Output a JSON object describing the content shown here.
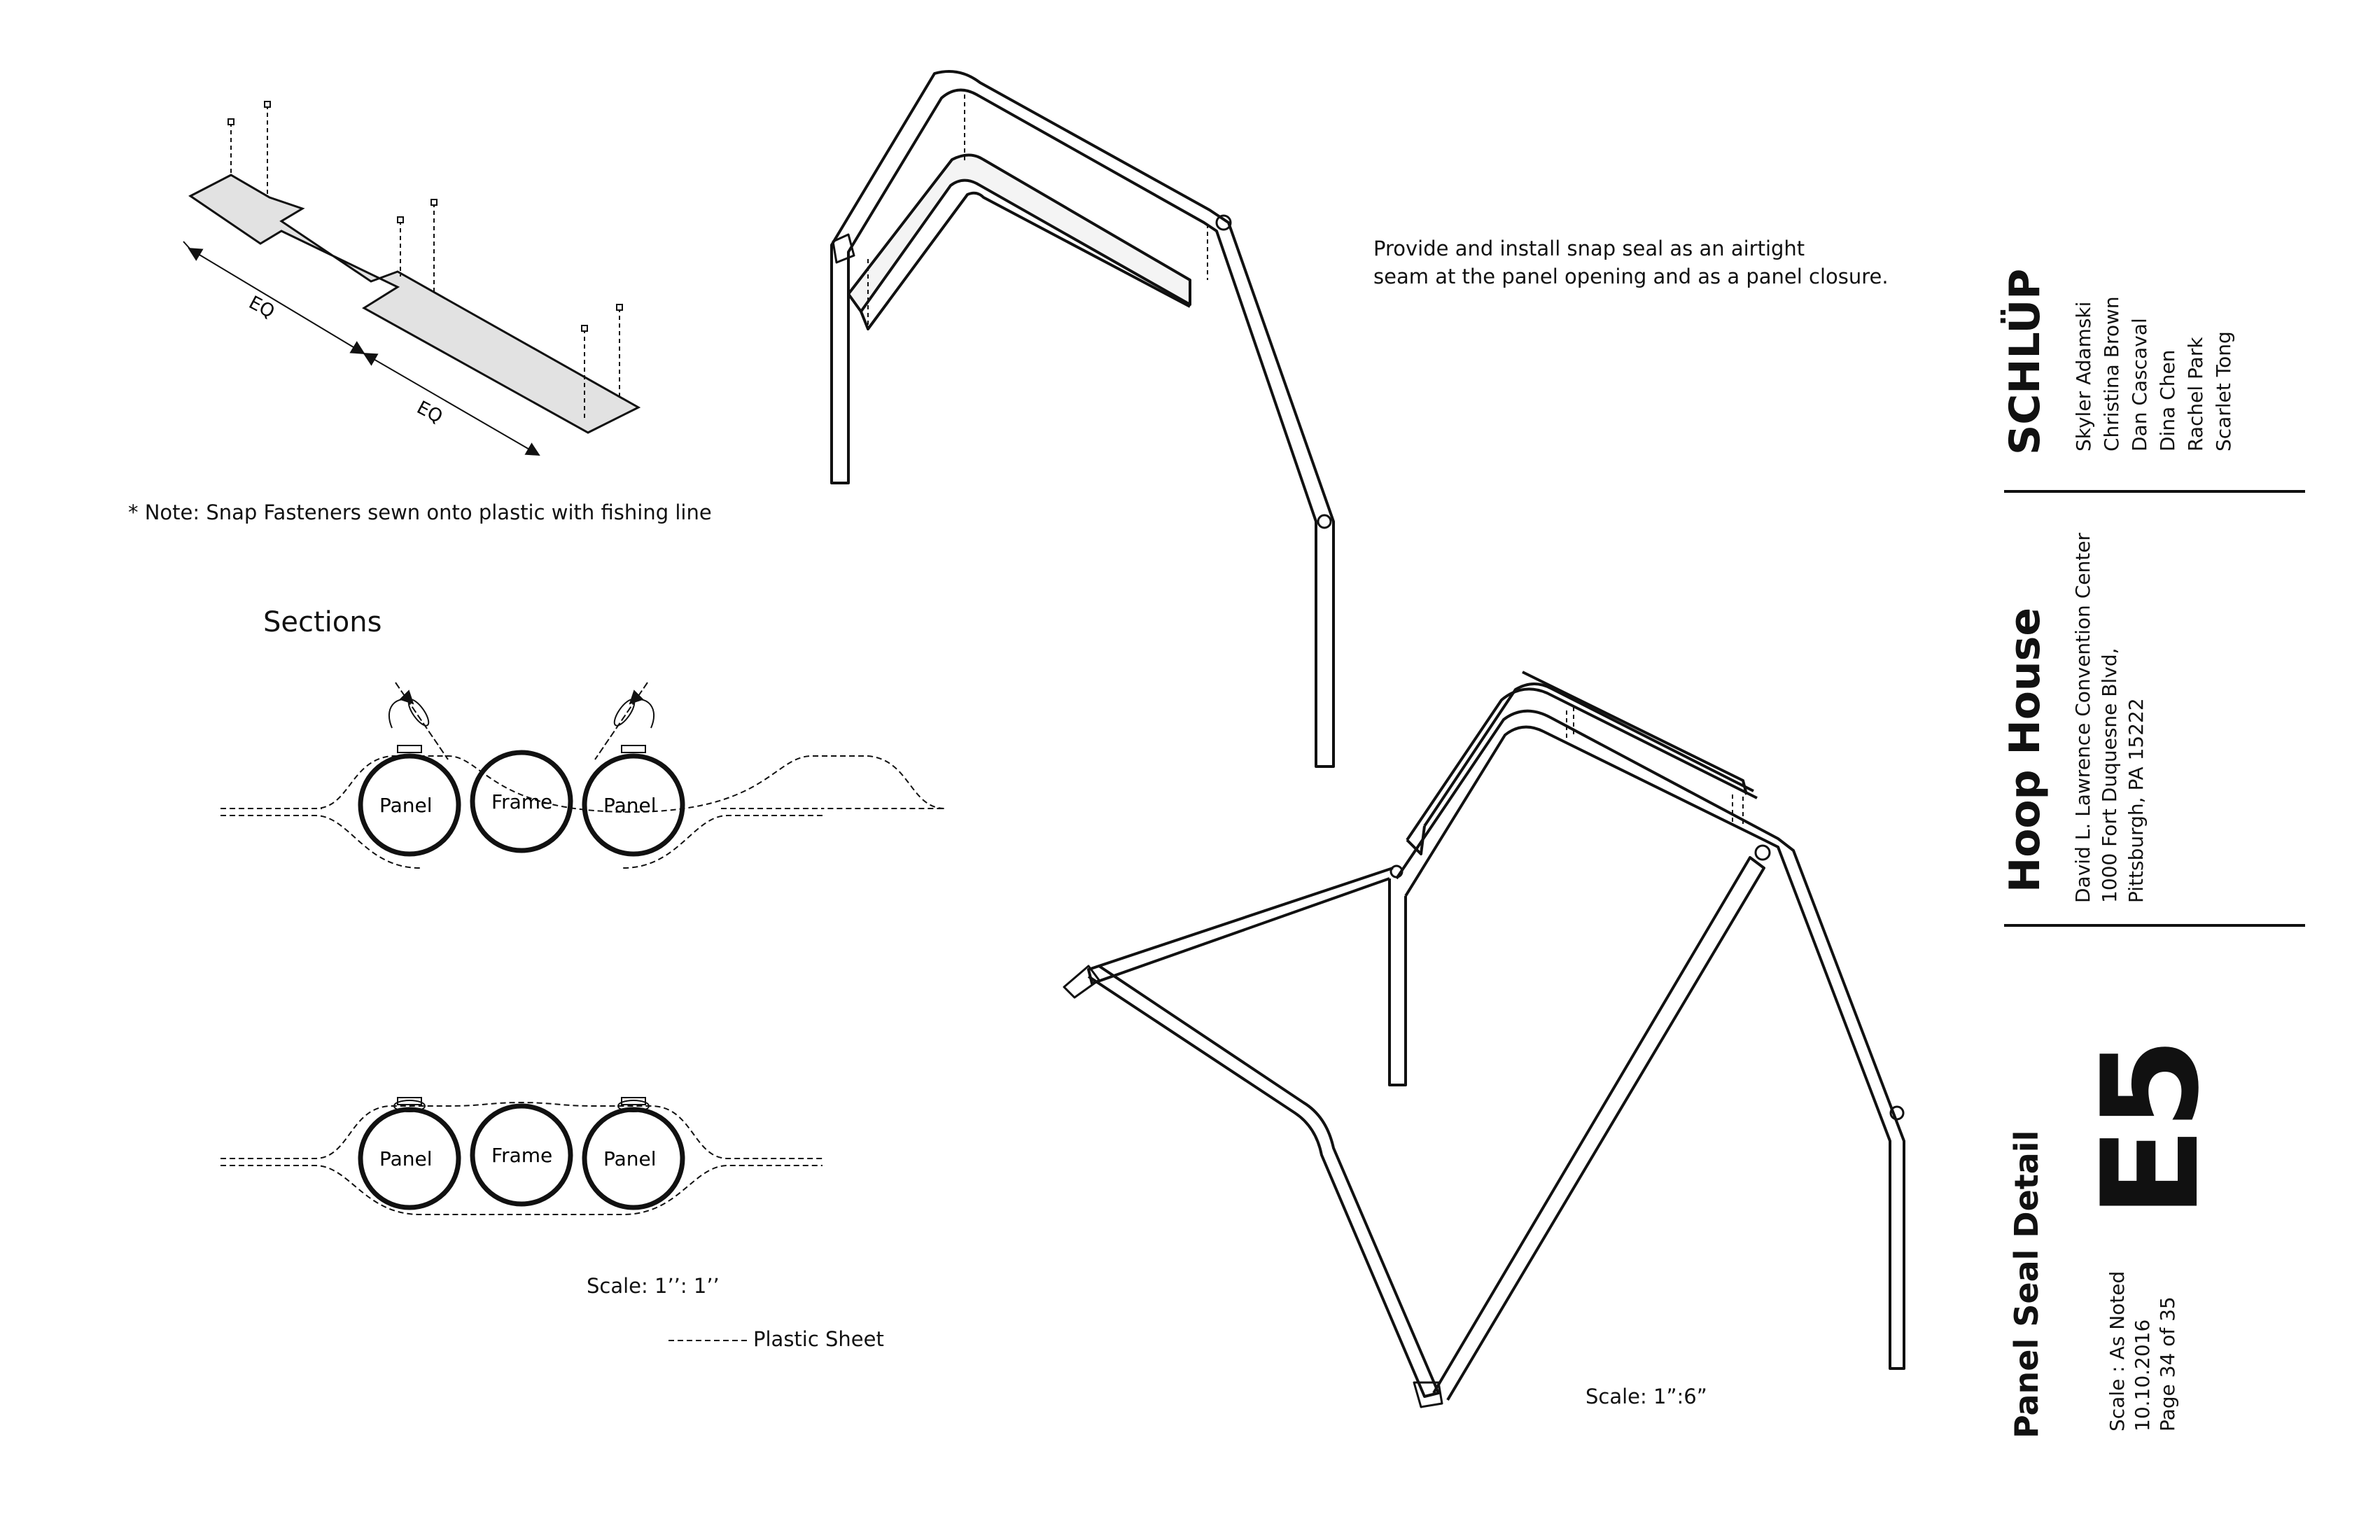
{
  "notes": {
    "snap_seal_line1": "Provide and install snap seal as an airtight",
    "snap_seal_line2": "seam at the panel opening and as a panel closure.",
    "fastener_note": "* Note: Snap Fasteners sewn onto plastic with fishing line",
    "sections_heading": "Sections",
    "scale_sections": "Scale: 1’’: 1’’",
    "plastic_sheet_legend": "Plastic Sheet",
    "scale_frame": "Scale: 1”:6”"
  },
  "dimension_labels": {
    "eq_1": "EQ",
    "eq_2": "EQ"
  },
  "section_top": {
    "left": "Panel",
    "center": "Frame",
    "right": "Panel"
  },
  "section_bottom": {
    "left": "Panel",
    "center": "Frame",
    "right": "Panel"
  },
  "title_block": {
    "brand": "SCHLÜP",
    "team": [
      "Skyler Adamski",
      "Christina Brown",
      "Dan Cascaval",
      "Dina Chen",
      "Rachel Park",
      "Scarlet Tong"
    ],
    "project": "Hoop House",
    "address": [
      "David L. Lawrence Convention Center",
      "1000 Fort Duquesne Blvd,",
      "Pittsburgh, PA 15222"
    ],
    "sheet_title": "Panel Seal Detail",
    "scale": "Scale : As Noted",
    "date": "10.10.2016",
    "page": "Page 34 of 35",
    "sheet_number": "E5"
  }
}
